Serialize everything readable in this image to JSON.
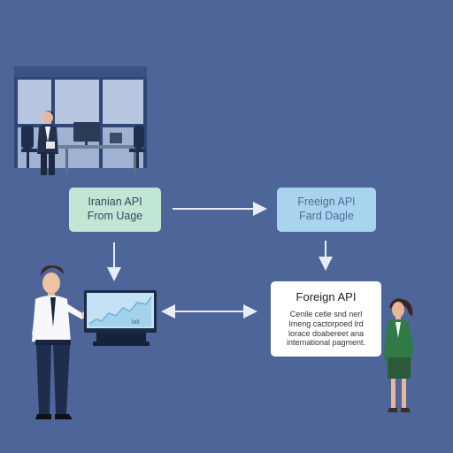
{
  "boxes": {
    "iranian_api": {
      "line1": "Iranian API",
      "line2": "From Uage"
    },
    "foreign_api_top": {
      "line1": "Freeign API",
      "line2": "Fard Dagle"
    },
    "foreign_api": {
      "title": "Foreign API",
      "body_lines": [
        "Cenile cetle snd nerl",
        "Imeng cactorpoed lrd",
        "lorace doabereet ana",
        "international pagment."
      ]
    }
  },
  "monitor": {
    "chart_text": "lali"
  },
  "colors": {
    "background": "#4d6598",
    "arrow": "#e8ecf4",
    "iranian_box": "#c2e6d4",
    "foreign_top_box": "#a9d4ee",
    "foreign_box": "#ffffff"
  }
}
